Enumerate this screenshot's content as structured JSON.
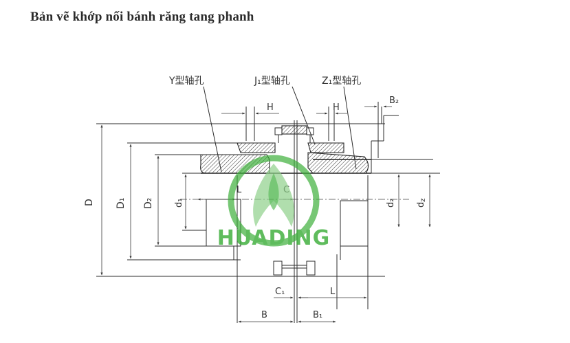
{
  "title": "Bản vẽ khớp nối bánh răng tang phanh",
  "labels": {
    "bore_y": "Y型轴孔",
    "bore_j1": "J₁型轴孔",
    "bore_z1": "Z₁型轴孔",
    "h_left": "H",
    "h_right": "H",
    "b2": "B₂",
    "d_outer": "D",
    "d1_cap": "D₁",
    "d2_cap": "D₂",
    "d1_small": "d₁",
    "d2_small": "d₂",
    "dz_small": "d",
    "dz_sub": "z",
    "l_left": "L",
    "c_top": "C",
    "c1": "C₁",
    "l_right": "L",
    "b": "B",
    "b1": "B₁"
  },
  "watermark": {
    "text": "HUADING",
    "color": "#3cae3a",
    "light_color": "#8ed08a"
  }
}
